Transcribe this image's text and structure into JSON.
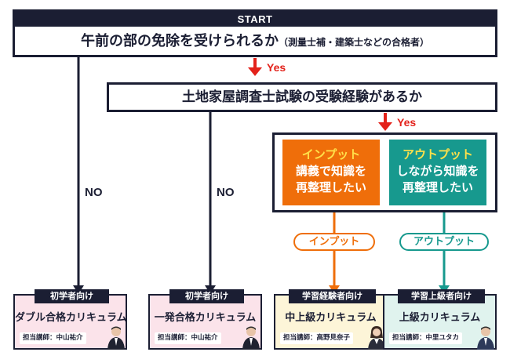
{
  "start": {
    "label": "START",
    "question": "午前の部の免除を受けられるか",
    "note": "（測量士補・建築士などの合格者）"
  },
  "q2": {
    "question": "土地家屋調査士試験の受験経験があるか"
  },
  "branches": {
    "yes_1": "Yes",
    "yes_2": "Yes",
    "no_1": "NO",
    "no_2": "NO"
  },
  "choices": {
    "input": {
      "head": "インプット",
      "line1": "講義で知識を",
      "line2": "再整理したい",
      "pill": "インプット"
    },
    "output": {
      "head": "アウトプット",
      "line1": "しながら知識を",
      "line2": "再整理したい",
      "pill": "アウトプット"
    }
  },
  "results": [
    {
      "tab": "初学者向け",
      "name": "ダブル合格カリキュラム",
      "teacher_label": "担当講師：",
      "teacher": "中山祐介"
    },
    {
      "tab": "初学者向け",
      "name": "一発合格カリキュラム",
      "teacher_label": "担当講師：",
      "teacher": "中山祐介"
    },
    {
      "tab": "学習経験者向け",
      "name": "中上級カリキュラム",
      "teacher_label": "担当講師：",
      "teacher": "高野見奈子"
    },
    {
      "tab": "学習上級者向け",
      "name": "上級カリキュラム",
      "teacher_label": "担当講師：",
      "teacher": "中里ユタカ"
    }
  ],
  "colors": {
    "navy": "#1b1e33",
    "yes_red": "#e3221b",
    "input_orange": "#ef6e0a",
    "output_teal": "#17998e",
    "highlight_yellow": "#ffe14a",
    "result_pink": "#fbe3ea",
    "result_cream": "#fdf5d8",
    "result_mint": "#e0f3ee"
  }
}
